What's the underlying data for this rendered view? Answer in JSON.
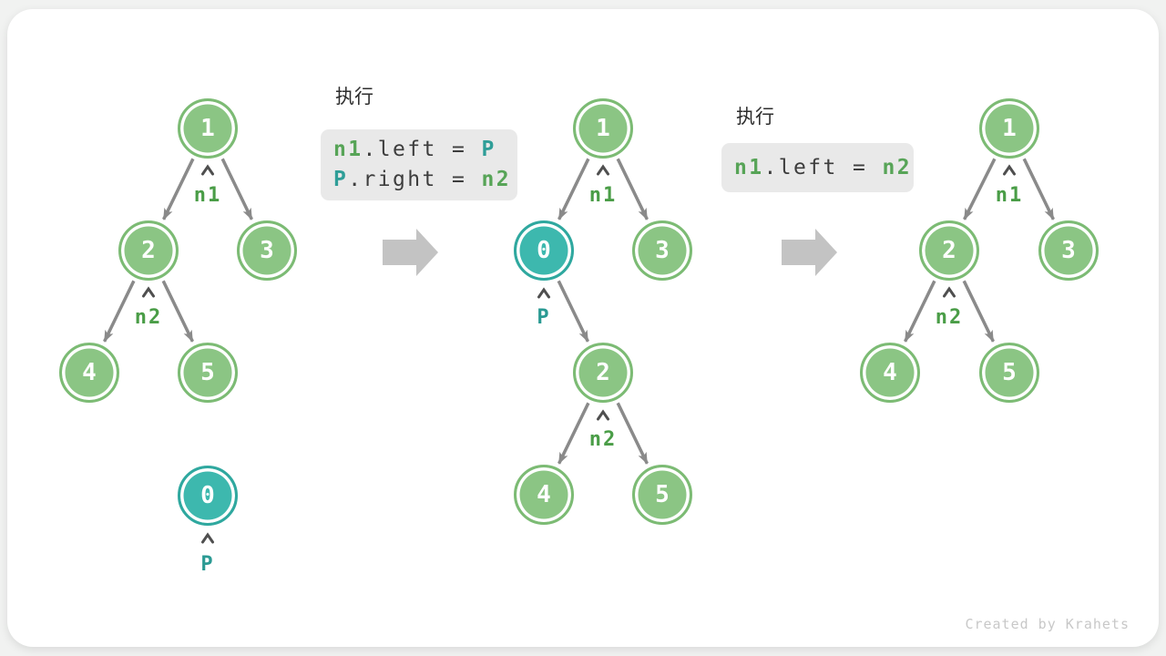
{
  "watermark": "Created by Krahets",
  "exec_blocks": [
    {
      "label": "执行",
      "lines": [
        [
          {
            "text": "n1",
            "color": "green"
          },
          {
            "text": ".left = ",
            "color": "plain"
          },
          {
            "text": "P",
            "color": "teal"
          }
        ],
        [
          {
            "text": "P",
            "color": "teal"
          },
          {
            "text": ".right = ",
            "color": "plain"
          },
          {
            "text": "n2",
            "color": "green"
          }
        ]
      ]
    },
    {
      "label": "执行",
      "lines": [
        [
          {
            "text": "n1",
            "color": "green"
          },
          {
            "text": ".left = ",
            "color": "plain"
          },
          {
            "text": "n2",
            "color": "green"
          }
        ]
      ]
    }
  ],
  "trees": {
    "left": {
      "nodes": [
        "1",
        "2",
        "3",
        "4",
        "5"
      ],
      "pointers": [
        "n1",
        "n2"
      ]
    },
    "middle": {
      "nodes": [
        "1",
        "0",
        "3",
        "2",
        "4",
        "5"
      ],
      "pointers": [
        "n1",
        "P",
        "n2"
      ]
    },
    "right": {
      "nodes": [
        "1",
        "2",
        "3",
        "4",
        "5"
      ],
      "pointers": [
        "n1",
        "n2"
      ]
    },
    "floating": {
      "node": "0",
      "pointer": "P"
    }
  },
  "colors": {
    "node_green": "#8bc584",
    "node_teal": "#3db8ae",
    "pointer_green": "#4a9d47",
    "pointer_teal": "#2a9a93",
    "edge_gray": "#8a8a8a",
    "big_arrow_gray": "#c3c3c3",
    "code_bg": "#e9e9e9"
  }
}
